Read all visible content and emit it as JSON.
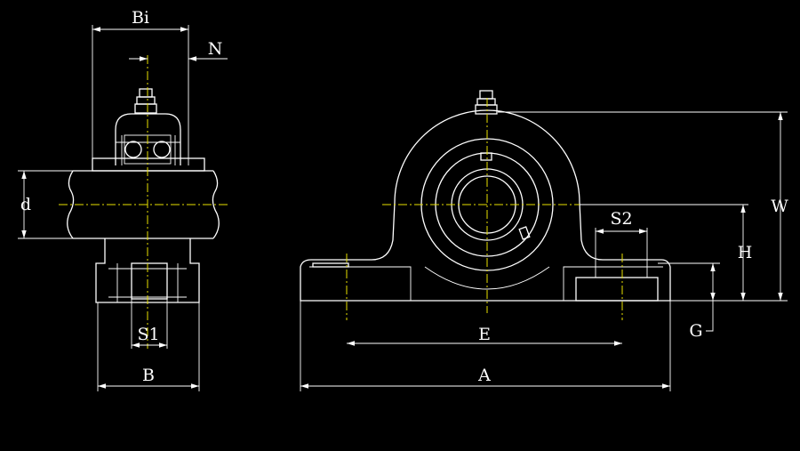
{
  "labels": {
    "Bi": "Bi",
    "N": "N",
    "d": "d",
    "S1": "S1",
    "B": "B",
    "S2": "S2",
    "W": "W",
    "H": "H",
    "G": "G",
    "E": "E",
    "A": "A"
  },
  "colors": {
    "background": "#000000",
    "outline": "#ffffff",
    "centerline": "#e8e000"
  }
}
